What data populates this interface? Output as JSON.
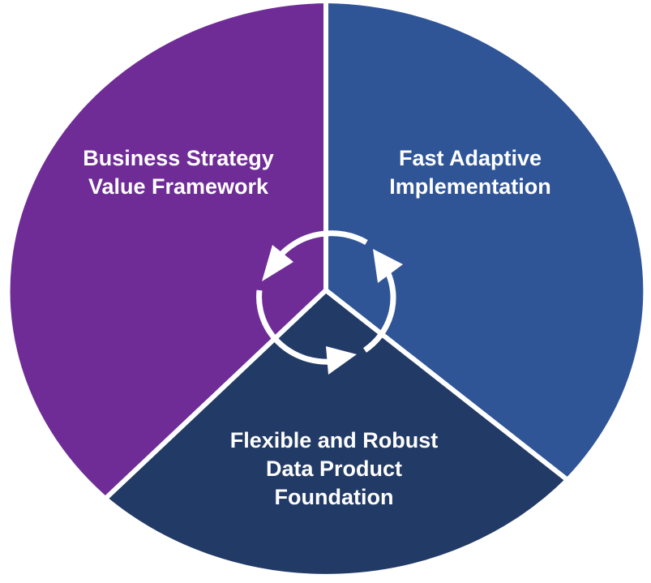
{
  "colors": {
    "business": "#6F2C96",
    "implementation": "#2F5597",
    "foundation": "#223A66",
    "divider": "#FFFFFF"
  },
  "segments": [
    {
      "id": "business",
      "lines": [
        "Business Strategy",
        "Value Framework"
      ]
    },
    {
      "id": "implementation",
      "lines": [
        "Fast Adaptive",
        "Implementation"
      ]
    },
    {
      "id": "foundation",
      "lines": [
        "Flexible and Robust",
        "Data Product",
        "Foundation"
      ]
    }
  ],
  "center_icon": "cycle-arrows-icon"
}
